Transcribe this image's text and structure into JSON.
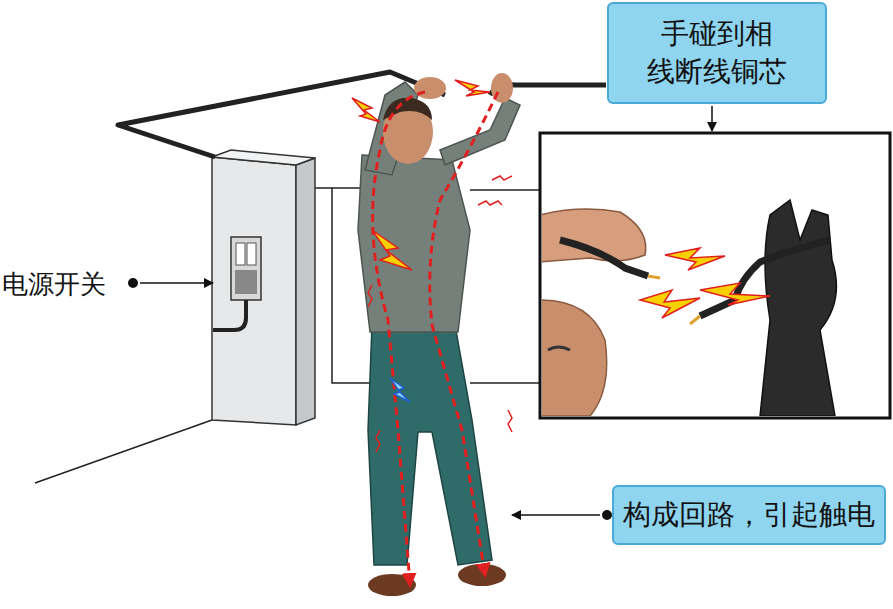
{
  "diagram": {
    "nodes": [
      {
        "text": [
          "手碰到相 线断线铜芯"
        ]
      },
      {
        "text": [
          "构成回路，引起触电"
        ]
      }
    ],
    "labels": [
      "电源开关"
    ]
  }
}
